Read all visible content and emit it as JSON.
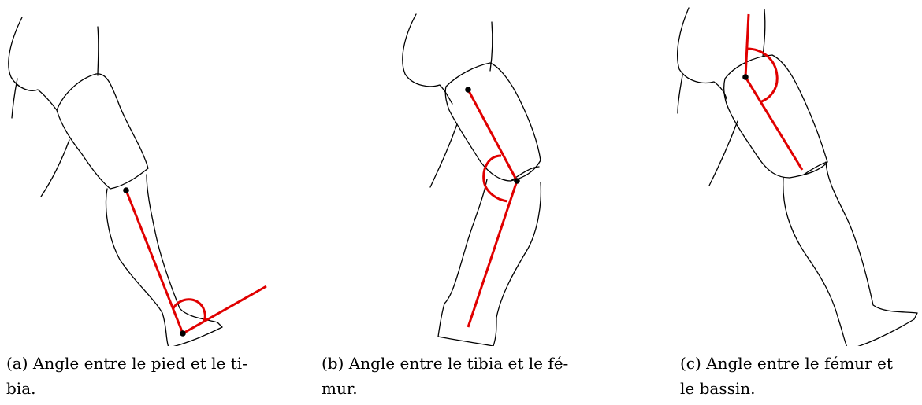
{
  "figures": [
    {
      "label": "(a)",
      "caption_line1": "(a) Angle entre le pied et le ti-",
      "caption_line2": "bia."
    },
    {
      "label": "(b)",
      "caption_line1": "(b) Angle entre le tibia et le fé-",
      "caption_line2": "mur."
    },
    {
      "label": "(c)",
      "caption_line1": "(c) Angle entre le fémur et",
      "caption_line2": "le bassin."
    }
  ],
  "colors": {
    "segment": "#e00000",
    "outline": "#000000",
    "background": "#ffffff"
  }
}
